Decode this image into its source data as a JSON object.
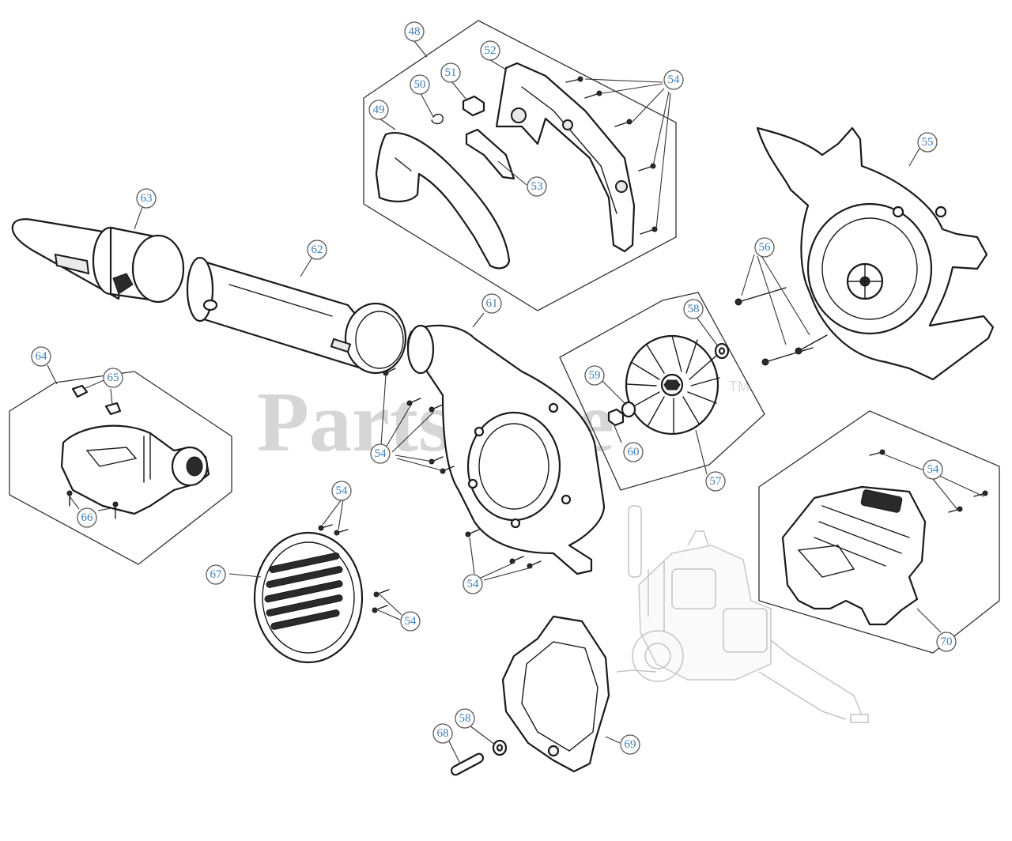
{
  "watermark": {
    "text": "PartsTree",
    "mark": "TM"
  },
  "callouts": [
    "48",
    "49",
    "50",
    "51",
    "52",
    "53",
    "54",
    "55",
    "56",
    "57",
    "58",
    "59",
    "60",
    "61",
    "62",
    "63",
    "64",
    "65",
    "66",
    "67",
    "68",
    "69",
    "70"
  ],
  "colors": {
    "callout_text": "#3d7fb8",
    "line": "#1a1a1a",
    "watermark": "#d6d6d6"
  }
}
